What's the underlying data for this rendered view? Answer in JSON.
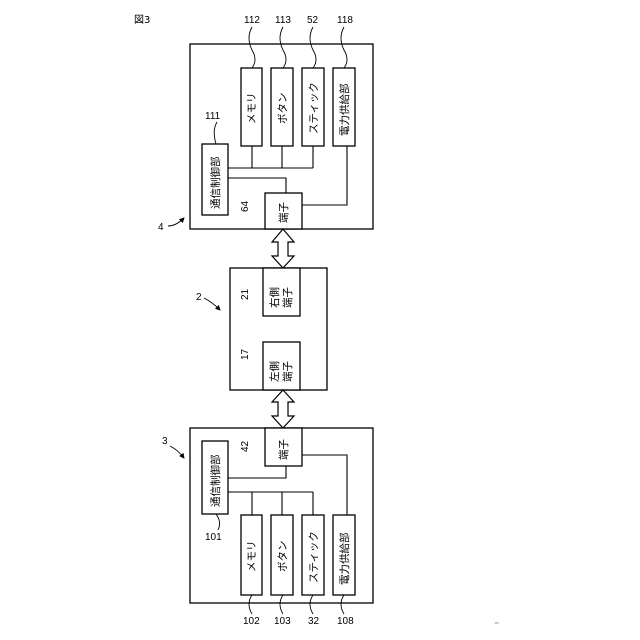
{
  "figure_label": "図3",
  "device_4": {
    "ref": "4",
    "blocks": {
      "comm": {
        "label": "通信制御部",
        "ref": "111"
      },
      "memory": {
        "label": "メモリ",
        "ref": "112"
      },
      "button": {
        "label": "ボタン",
        "ref": "113"
      },
      "stick": {
        "label": "スティック",
        "ref": "52"
      },
      "power": {
        "label": "電力供給部",
        "ref": "118"
      },
      "terminal": {
        "label": "端子",
        "ref": "64"
      }
    }
  },
  "device_2": {
    "ref": "2",
    "right_terminal": {
      "label_line1": "右側",
      "label_line2": "端子",
      "ref": "21"
    },
    "left_terminal": {
      "label_line1": "左側",
      "label_line2": "端子",
      "ref": "17"
    }
  },
  "device_3": {
    "ref": "3",
    "blocks": {
      "comm": {
        "label": "通信制御部",
        "ref": "101"
      },
      "memory": {
        "label": "メモリ",
        "ref": "102"
      },
      "button": {
        "label": "ボタン",
        "ref": "103"
      },
      "stick": {
        "label": "スティック",
        "ref": "32"
      },
      "power": {
        "label": "電力供給部",
        "ref": "108"
      },
      "terminal": {
        "label": "端子",
        "ref": "42"
      }
    }
  },
  "corner_mark": "⁻"
}
